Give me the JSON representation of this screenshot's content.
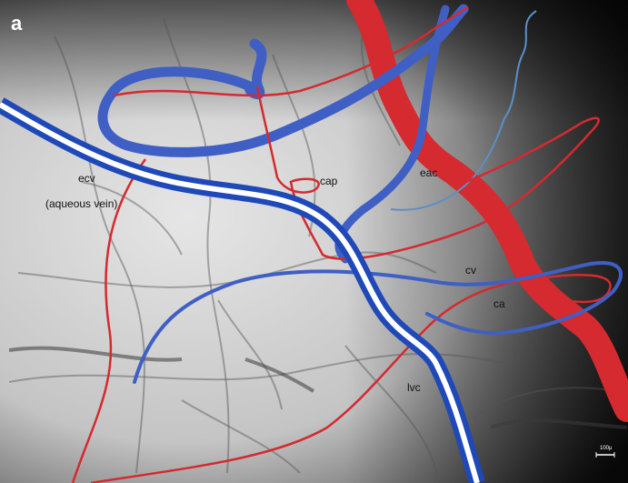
{
  "figure": {
    "panel_label": "a",
    "scale_bar_label": "100μ",
    "labels": {
      "ecv_line1": "ecv",
      "ecv_line2": "(aqueous vein)",
      "cap": "cap",
      "eac": "eac",
      "cv": "cv",
      "ca": "ca",
      "lvc": "lvc"
    },
    "colors": {
      "artery": "#d42a30",
      "vein": "#3f5fc4",
      "aqueous_vein_core": "#ffffff",
      "aqueous_vein_outer": "#1f48b8",
      "thin_vessel": "#5b8fc8"
    }
  }
}
